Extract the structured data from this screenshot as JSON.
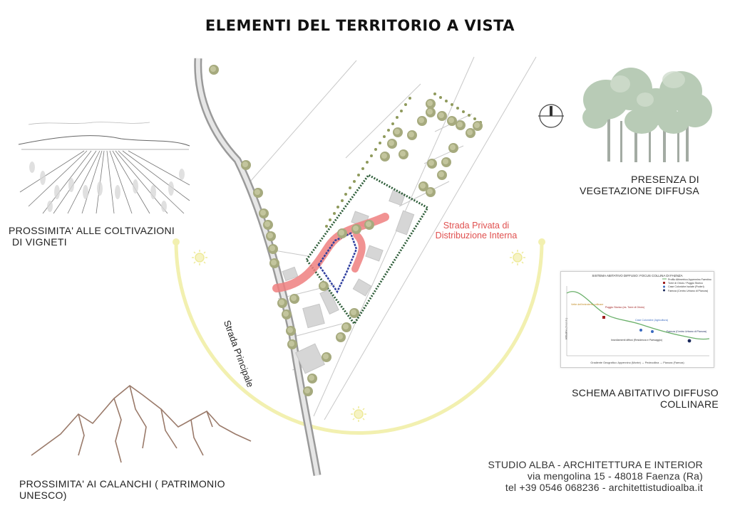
{
  "title": "ELEMENTI DEL TERRITORIO A VISTA",
  "captions": {
    "vigneti_line1": "PROSSIMITA' ALLE COLTIVAZIONI",
    "vigneti_line2": "DI VIGNETI",
    "vegetazione_line1": "PRESENZA DI",
    "vegetazione_line2": "VEGETAZIONE DIFFUSA",
    "schema_line1": "SCHEMA ABITATIVO DIFFUSO",
    "schema_line2": "COLLINARE",
    "calanchi_line1": "PROSSIMITA' AI CALANCHI ( PATRIMONIO",
    "calanchi_line2": "UNESCO)"
  },
  "map": {
    "road_label": "Strada Principale",
    "private_road_line1": "Strada Privata di",
    "private_road_line2": "Distribuzione Interna"
  },
  "studio": {
    "name": "STUDIO ALBA - ARCHITETTURA E INTERIOR",
    "address": "via mengolina 15 - 48018 Faenza (Ra)",
    "contact": "tel +39 0546 068236 - architettistudioalba.it"
  },
  "schema_chart": {
    "title": "SISTEMA ABITATIVO DIFFUSO: FOCUS COLLINA DI FAENZA",
    "legend": [
      "Profilo Altimetrico Appennino Faentino",
      "Torre di Oriolo / Poggio Storico",
      "Case Coloniche Isolate (Poderi)",
      "Faenza (Centro Urbano di Pianura)"
    ],
    "annotations": [
      "Vette dell'entroterra collinare",
      "Poggio Storico (es. Torre di Oriolo)",
      "Case Coloniche (Agricoltura)",
      "Insediamenti diffusi (Residenza e Paesaggio)",
      "Faenza (Centro Urbano di Pianura)"
    ],
    "xlabel": "Gradiente Geografico: Appennino (Monte) → Pedecollina → Pianura (Faenza)",
    "ylabel": "Altitudine (m s.l.m.)"
  },
  "colors": {
    "arc": "#f2f0b0",
    "private_road": "#ef7f7f",
    "site_boundary": "#2f5e3a",
    "lot_boundary": "#2f3f9f",
    "tree": "#a6aa7e",
    "building": "#d6d6d6"
  }
}
